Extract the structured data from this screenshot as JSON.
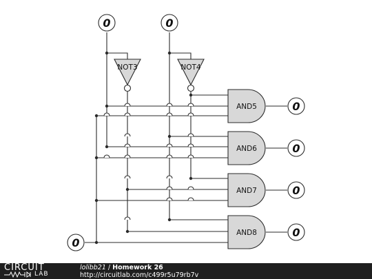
{
  "circuit": {
    "inputs": [
      {
        "id": "in-a",
        "value": "0"
      },
      {
        "id": "in-b",
        "value": "0"
      },
      {
        "id": "in-c",
        "value": "0"
      }
    ],
    "not_gates": [
      "NOT3",
      "NOT4"
    ],
    "and_gates": [
      "AND5",
      "AND6",
      "AND7",
      "AND8"
    ],
    "outputs": [
      "0",
      "0",
      "0",
      "0"
    ]
  },
  "footer": {
    "logo_top": "CIRCUIT",
    "logo_bottom": "LAB",
    "author": "lolibb21",
    "separator": " / ",
    "title": "Homework 26",
    "url": "http://circuitlab.com/c499r5u79rb7v"
  }
}
